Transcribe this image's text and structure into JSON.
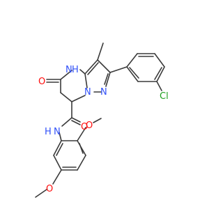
{
  "molecule": {
    "atoms": {
      "nh_ring_n": "N",
      "nh_ring_h": "H",
      "ring_n1": "N",
      "ring_n2": "N",
      "ketone_o": "O",
      "amide_o": "O",
      "amide_n": "N",
      "amide_h": "H",
      "ortho_methoxy_o": "O",
      "para_methoxy_o": "O",
      "chlorine": "Cl"
    },
    "colors": {
      "bond": "#3a3a3a",
      "nitrogen": "#3050f8",
      "oxygen": "#ff0d0d",
      "chlorine": "#1fa01f"
    }
  }
}
